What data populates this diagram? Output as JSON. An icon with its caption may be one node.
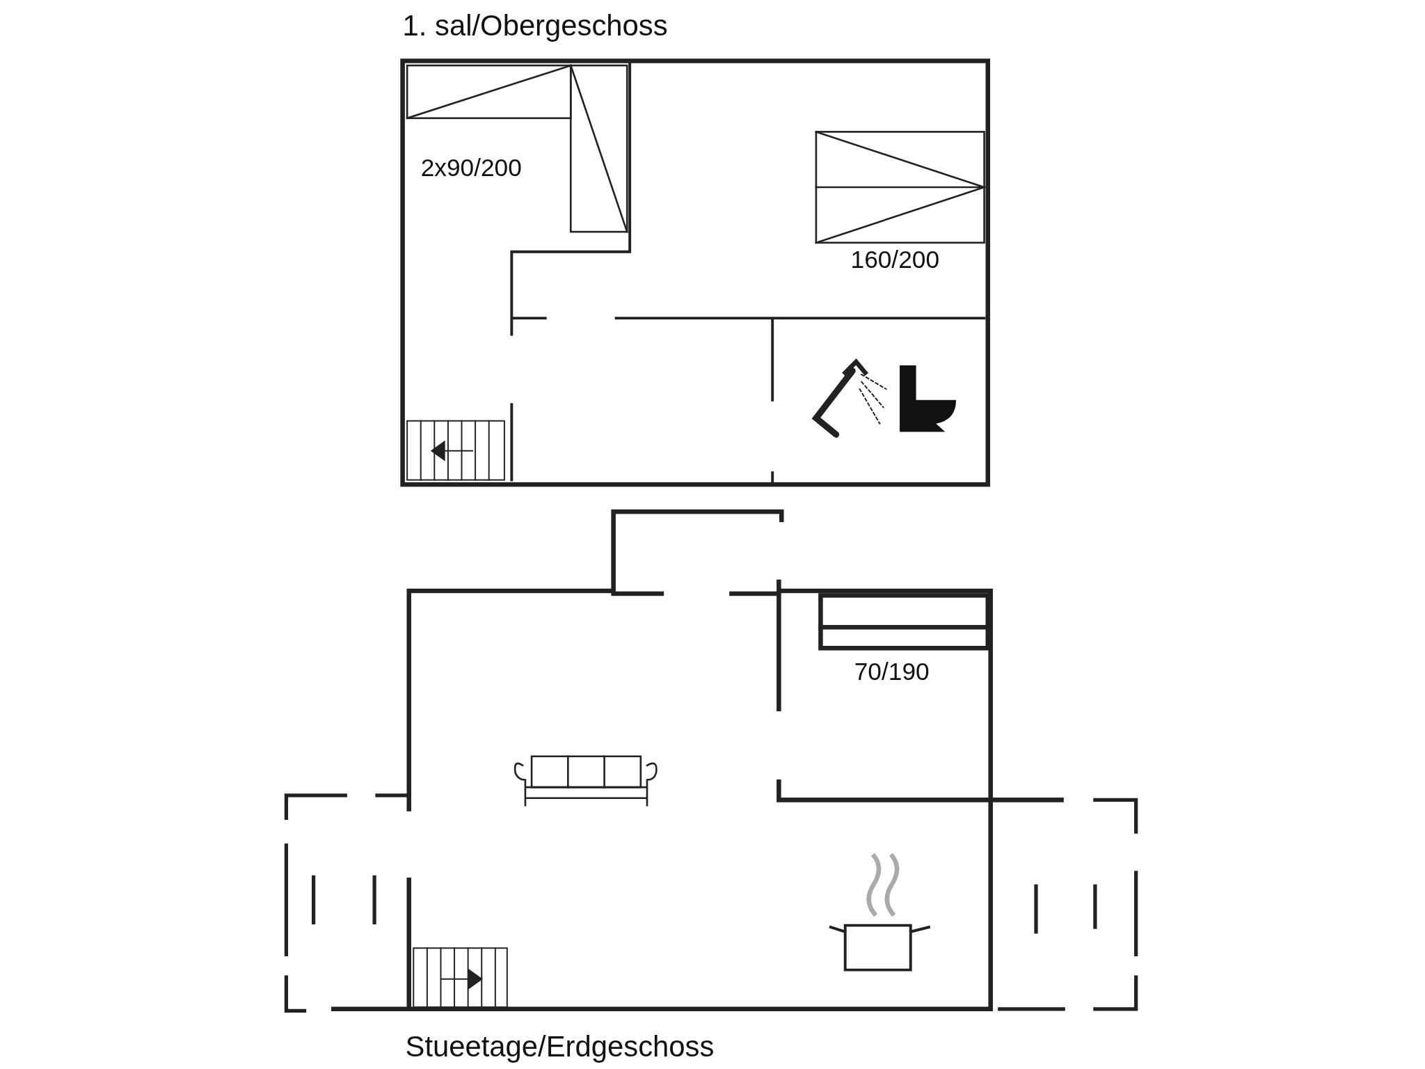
{
  "diagram": {
    "labels": [
      "1. sal/Obergeschoss",
      "2x90/200",
      "160/200",
      "70/190",
      "Stueetage/Erdgeschoss"
    ]
  }
}
